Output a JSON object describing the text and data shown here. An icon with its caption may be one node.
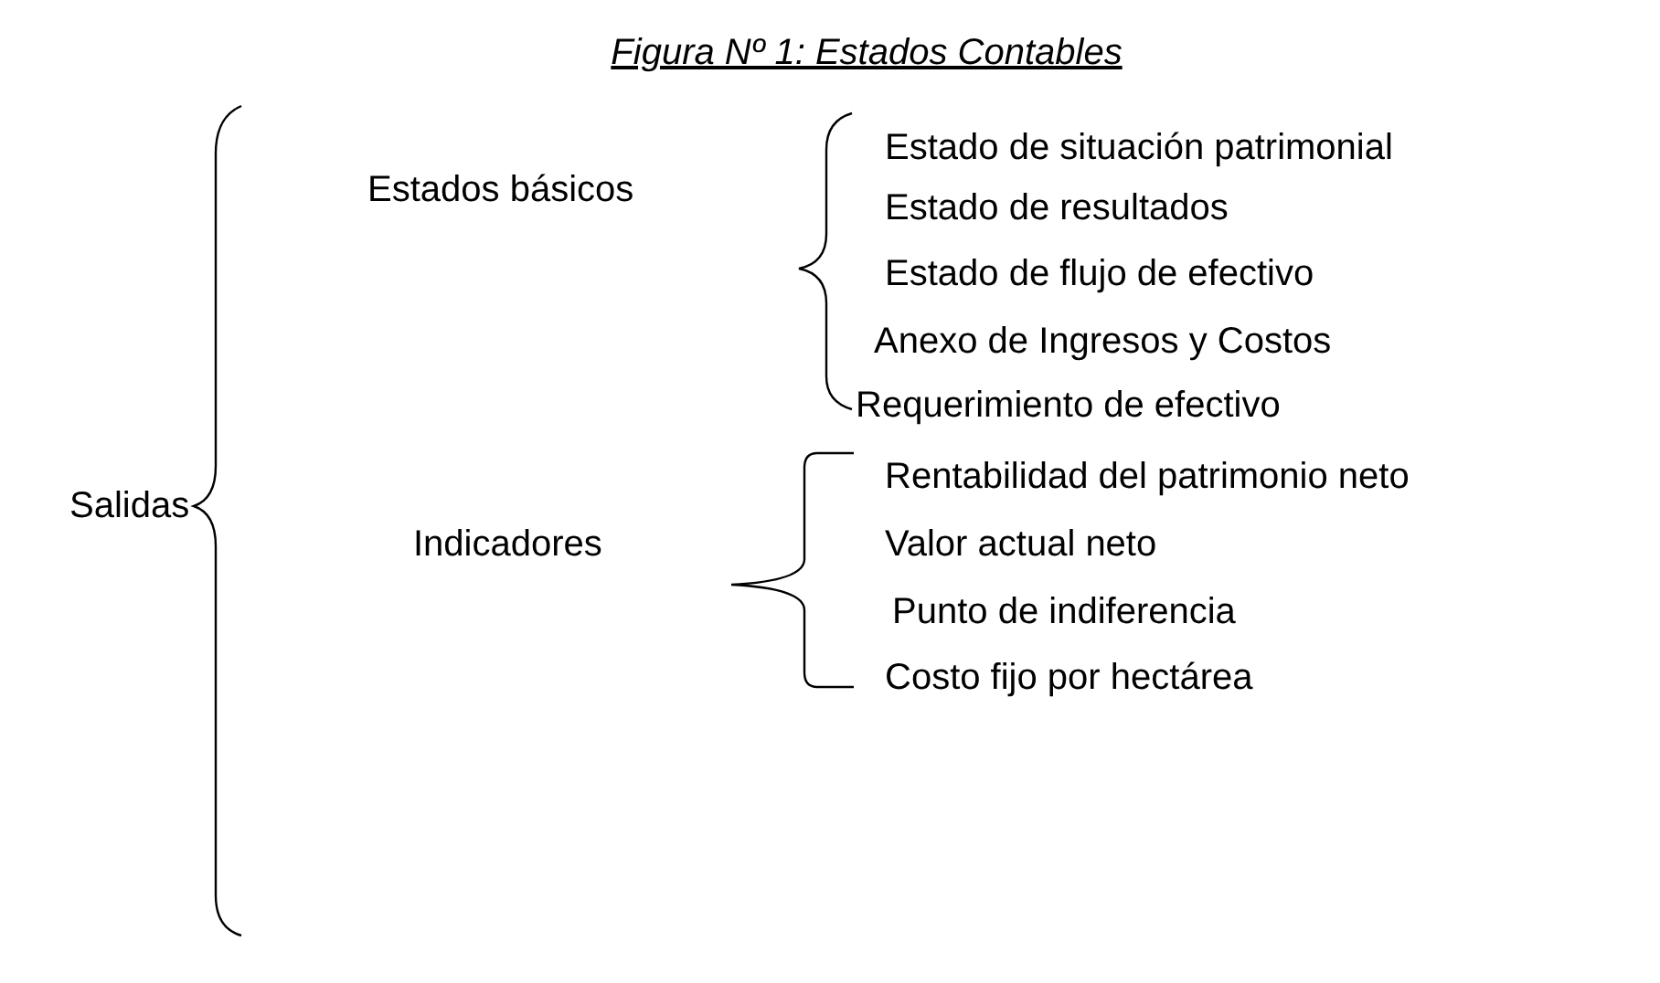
{
  "diagram": {
    "title": "Figura Nº 1: Estados Contables",
    "labels": [
      "Estado de situación patrimonial",
      "Estados básicos",
      "Estado de resultados",
      "Estado de flujo de efectivo",
      "Anexo de Ingresos y Costos",
      "Requerimiento de efectivo",
      "Rentabilidad del patrimonio neto",
      "Salidas",
      "Indicadores",
      "Valor actual neto",
      "Punto de indiferencia",
      "Costo fijo por hectárea"
    ]
  }
}
